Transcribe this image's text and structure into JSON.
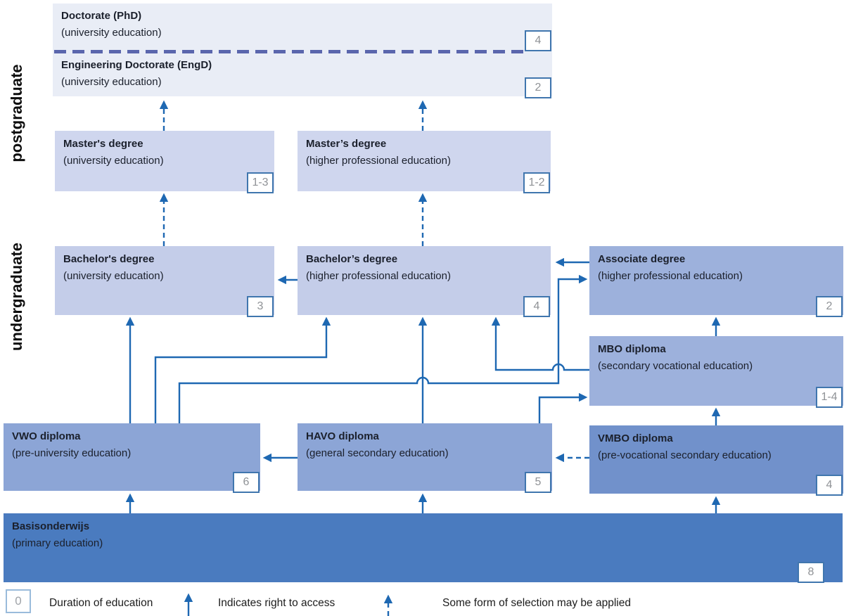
{
  "side_labels": {
    "postgraduate": "postgraduate",
    "undergraduate": "undergraduate"
  },
  "boxes": {
    "doctorate": {
      "title": "Doctorate (PhD)",
      "subtitle": "(university education)",
      "duration": "4"
    },
    "engd": {
      "title": "Engineering Doctorate (EngD)",
      "subtitle": "(university education)",
      "duration": "2"
    },
    "master_uni": {
      "title": "Master's degree",
      "subtitle": "(university education)",
      "duration": "1-3"
    },
    "master_hbo": {
      "title": "Master’s degree",
      "subtitle": "(higher professional education)",
      "duration": "1-2"
    },
    "bachelor_uni": {
      "title": "Bachelor's degree",
      "subtitle": "(university education)",
      "duration": "3"
    },
    "bachelor_hbo": {
      "title": "Bachelor’s degree",
      "subtitle": "(higher professional education)",
      "duration": "4"
    },
    "associate": {
      "title": "Associate degree",
      "subtitle": "(higher professional education)",
      "duration": "2"
    },
    "mbo": {
      "title": "MBO diploma",
      "subtitle": "(secondary vocational education)",
      "duration": "1-4"
    },
    "vwo": {
      "title": "VWO diploma",
      "subtitle": "(pre-university education)",
      "duration": "6"
    },
    "havo": {
      "title": "HAVO diploma",
      "subtitle": "(general secondary education)",
      "duration": "5"
    },
    "vmbo": {
      "title": "VMBO diploma",
      "subtitle": "(pre-vocational secondary education)",
      "duration": "4"
    },
    "basis": {
      "title": "Basisonderwijs",
      "subtitle": "(primary education)",
      "duration": "8"
    }
  },
  "legend": {
    "duration_badge": "0",
    "duration_label": "Duration of education",
    "solid_arrow_label": "Indicates right to access",
    "dashed_arrow_label": "Some form of selection may be applied"
  },
  "colors": {
    "postgrad_fill": "#E9EDF6",
    "master_fill": "#CFD6EE",
    "bachelor_fill": "#C4CDE9",
    "associate_mbo_fill": "#9DB1DC",
    "vwo_havo_fill": "#8CA5D6",
    "vmbo_fill": "#7191CB",
    "basis_fill": "#4A7BBF",
    "arrow_blue": "#1E68B2",
    "divider_dash": "#5A66AD",
    "badge_border": "#4076AE",
    "badge_text": "#8F9296"
  }
}
